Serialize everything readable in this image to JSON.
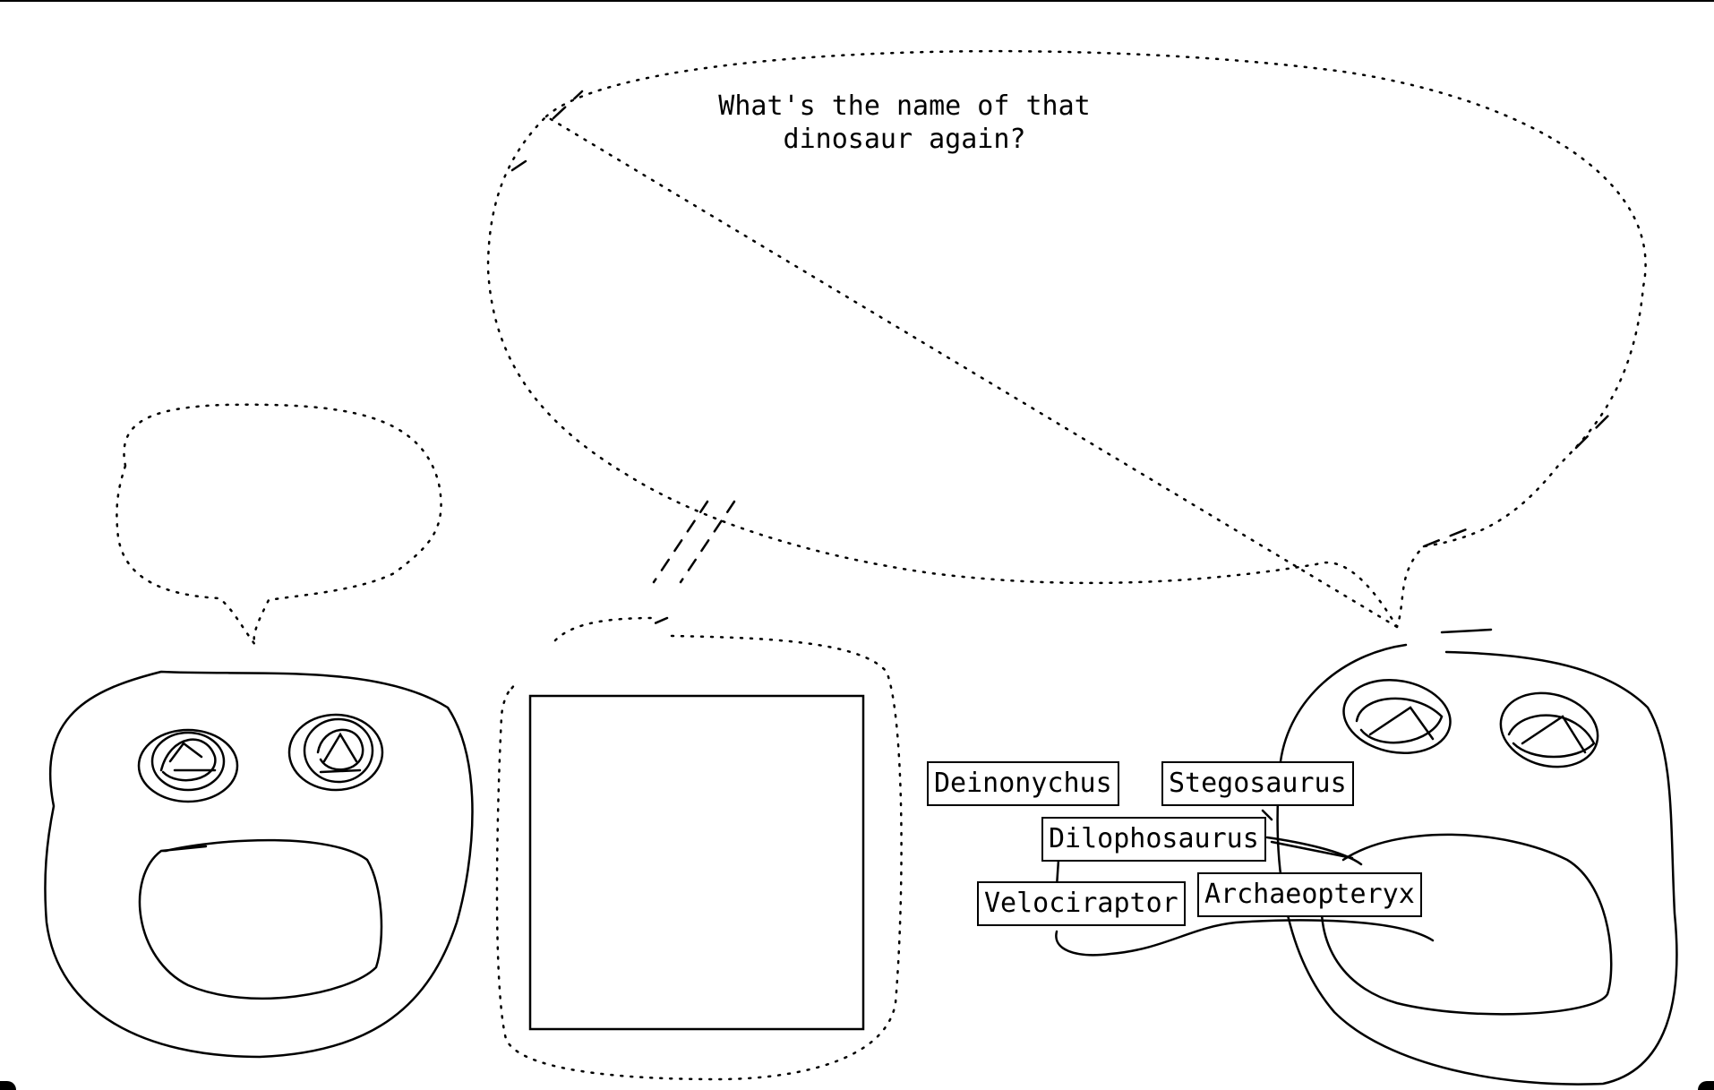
{
  "speech": {
    "line1": "What's the name of that",
    "line2": "dinosaur again?"
  },
  "dinosaur_names": [
    "Deinonychus",
    "Stegosaurus",
    "Dilophosaurus",
    "Velociraptor",
    "Archaeopteryx"
  ],
  "icons": {
    "left_face": "surprised-face-icon",
    "right_face": "surprised-face-icon",
    "blank_picture": "empty-picture-frame"
  }
}
